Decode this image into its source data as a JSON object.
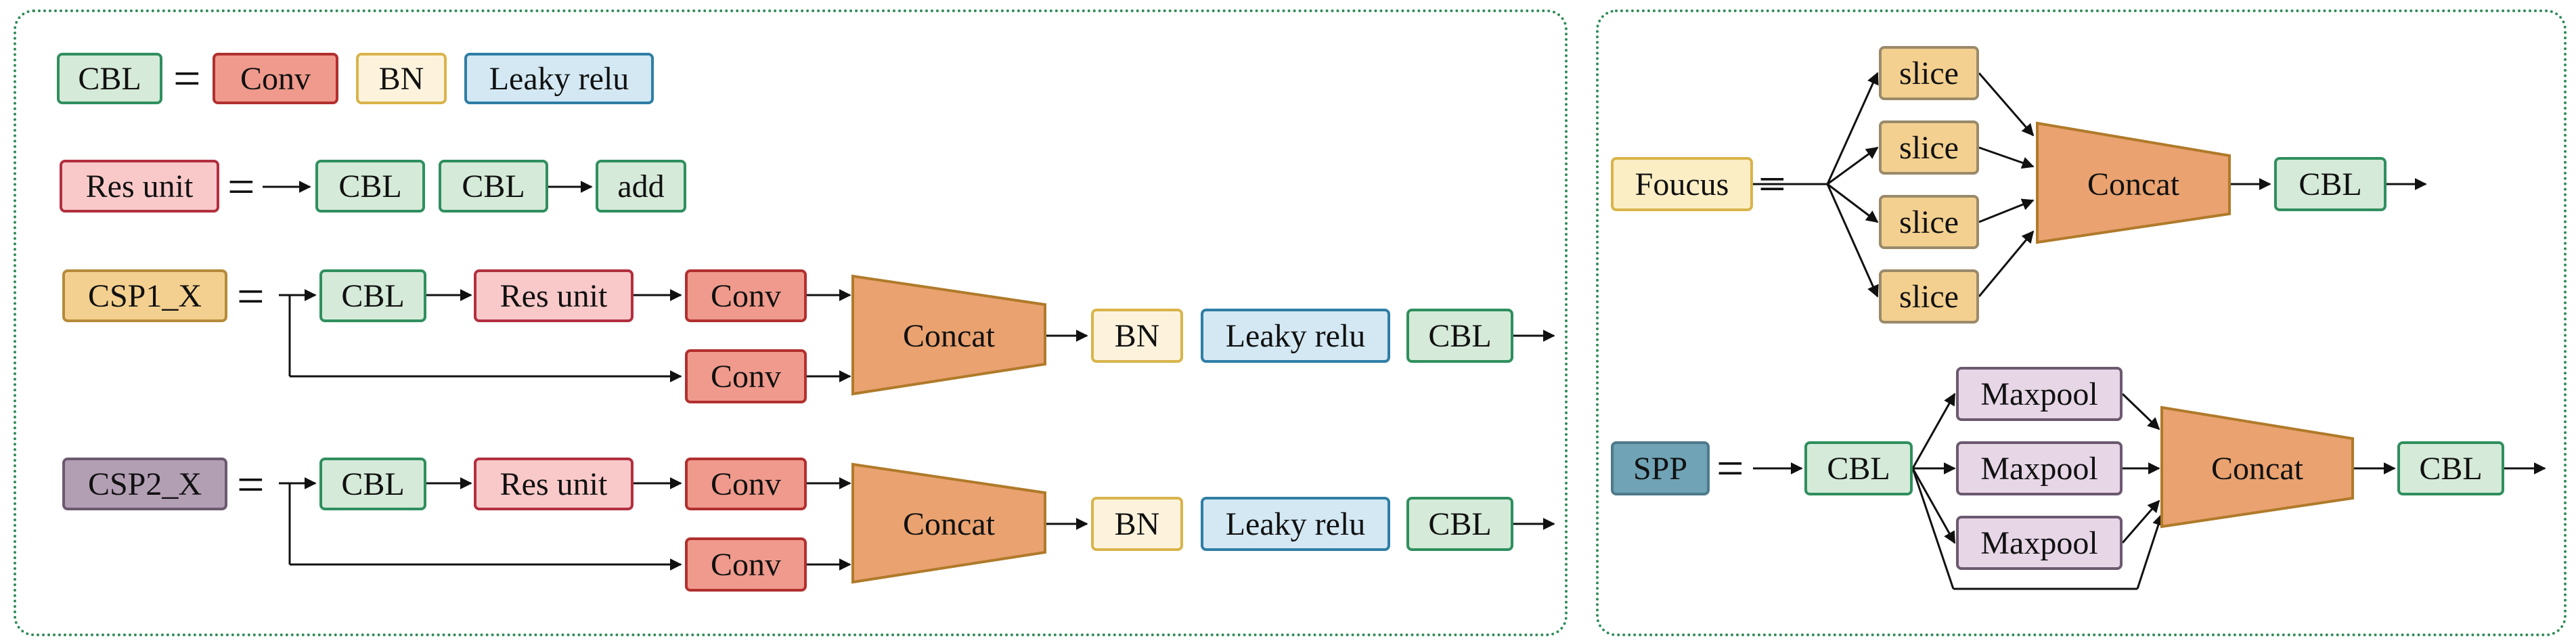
{
  "legend": {
    "cbl_def": {
      "lhs": "CBL",
      "eq": "=",
      "parts": [
        "Conv",
        "BN",
        "Leaky relu"
      ]
    },
    "res_def": {
      "lhs": "Res unit",
      "eq": "=",
      "parts": [
        "CBL",
        "CBL",
        "add"
      ]
    }
  },
  "csp1": {
    "lhs": "CSP1_X",
    "eq": "=",
    "top": [
      "CBL",
      "Res unit",
      "Conv"
    ],
    "bottom": "Conv",
    "concat": "Concat",
    "tail": [
      "BN",
      "Leaky relu",
      "CBL"
    ]
  },
  "csp2": {
    "lhs": "CSP2_X",
    "eq": "=",
    "top": [
      "CBL",
      "Res unit",
      "Conv"
    ],
    "bottom": "Conv",
    "concat": "Concat",
    "tail": [
      "BN",
      "Leaky relu",
      "CBL"
    ]
  },
  "focus": {
    "lhs": "Foucus",
    "eq": "=",
    "slices": [
      "slice",
      "slice",
      "slice",
      "slice"
    ],
    "concat": "Concat",
    "out": "CBL"
  },
  "spp": {
    "lhs": "SPP",
    "eq": "=",
    "cbl": "CBL",
    "pools": [
      "Maxpool",
      "Maxpool",
      "Maxpool"
    ],
    "concat": "Concat",
    "out": "CBL"
  },
  "colors": {
    "cbl": "#d5ead8",
    "conv": "#ef9a8c",
    "bn": "#fdf3dd",
    "leaky_relu": "#d3e8f3",
    "res_unit": "#f9c9c9",
    "csp1": "#f3d08f",
    "csp2": "#b39fb4",
    "slice": "#f3d08f",
    "concat": "#e9a270",
    "maxpool": "#e6d6e6",
    "spp": "#6fa3b5",
    "panel_border": "#2e8b57"
  }
}
